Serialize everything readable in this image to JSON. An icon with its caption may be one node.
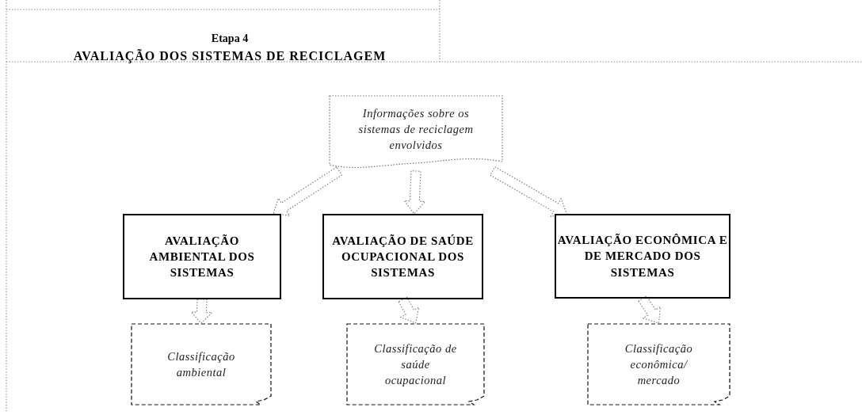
{
  "diagram": {
    "title": "AVALIAÇÃO DOS SISTEMAS DE RECICLAGEM",
    "nodes": [
      {
        "text": [
          "Informações sobre os sistemas de reciclagem envolvidos"
        ]
      },
      {
        "text": [
          "AVALIAÇÃO AMBIENTAL DOS SISTEMAS"
        ]
      },
      {
        "text": [
          "AVALIAÇÃO DE SAÚDE OCUPACIONAL DOS SISTEMAS"
        ]
      },
      {
        "text": [
          "AVALIAÇÃO ECONÔMICA E DE MERCADO DOS SISTEMAS"
        ]
      },
      {
        "text": [
          "Classificação ambiental"
        ]
      },
      {
        "text": [
          "Classificação de saúde ocupacional"
        ]
      },
      {
        "text": [
          "Classificação econômica/ mercado"
        ]
      }
    ],
    "edges": [
      {
        "from": 0,
        "to": 1,
        "arrow": "to",
        "style": "dashed"
      },
      {
        "from": 0,
        "to": 2,
        "arrow": "to",
        "style": "dashed"
      },
      {
        "from": 0,
        "to": 3,
        "arrow": "to",
        "style": "dashed"
      },
      {
        "from": 1,
        "to": 4,
        "arrow": "to",
        "style": "dashed"
      },
      {
        "from": 2,
        "to": 5,
        "arrow": "to",
        "style": "dashed"
      },
      {
        "from": 3,
        "to": 6,
        "arrow": "to",
        "style": "dashed"
      }
    ],
    "labels": [
      "Etapa 4"
    ]
  }
}
